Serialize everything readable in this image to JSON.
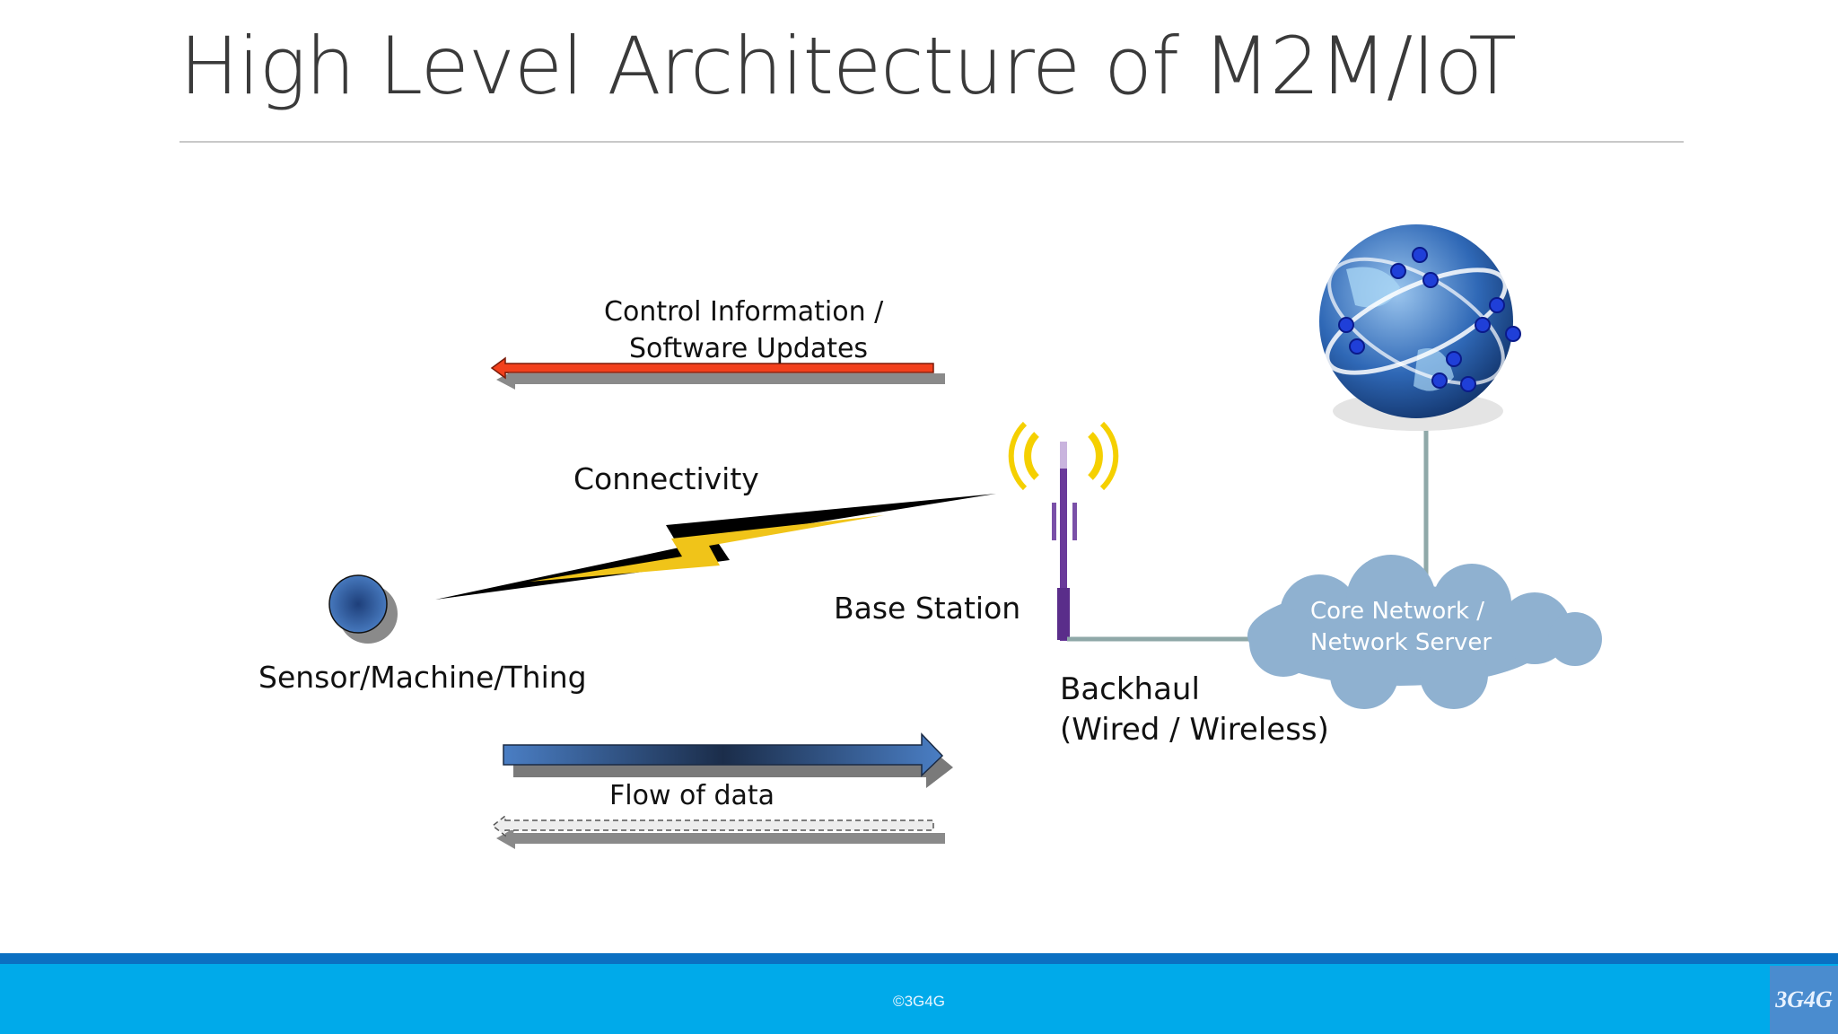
{
  "slide": {
    "title": "High Level Architecture of M2M/IoT"
  },
  "diagram": {
    "control_label_line1": "Control Information /",
    "control_label_line2": "Software Updates",
    "connectivity_label": "Connectivity",
    "sensor_label": "Sensor/Machine/Thing",
    "base_station_label": "Base Station",
    "backhaul_label_line1": "Backhaul",
    "backhaul_label_line2": "(Wired / Wireless)",
    "core_network_line1": "Core Network /",
    "core_network_line2": "Network Server",
    "flow_label": "Flow of data"
  },
  "footer": {
    "copyright": "©3G4G",
    "logo_text": "3G4G"
  },
  "colors": {
    "control_arrow": "#f2401c",
    "data_arrow": "#3a6fb5",
    "lightning": "#f0c419",
    "tower": "#6a3a9a",
    "cloud": "#8fb1d0",
    "footer": "#00aaea"
  }
}
